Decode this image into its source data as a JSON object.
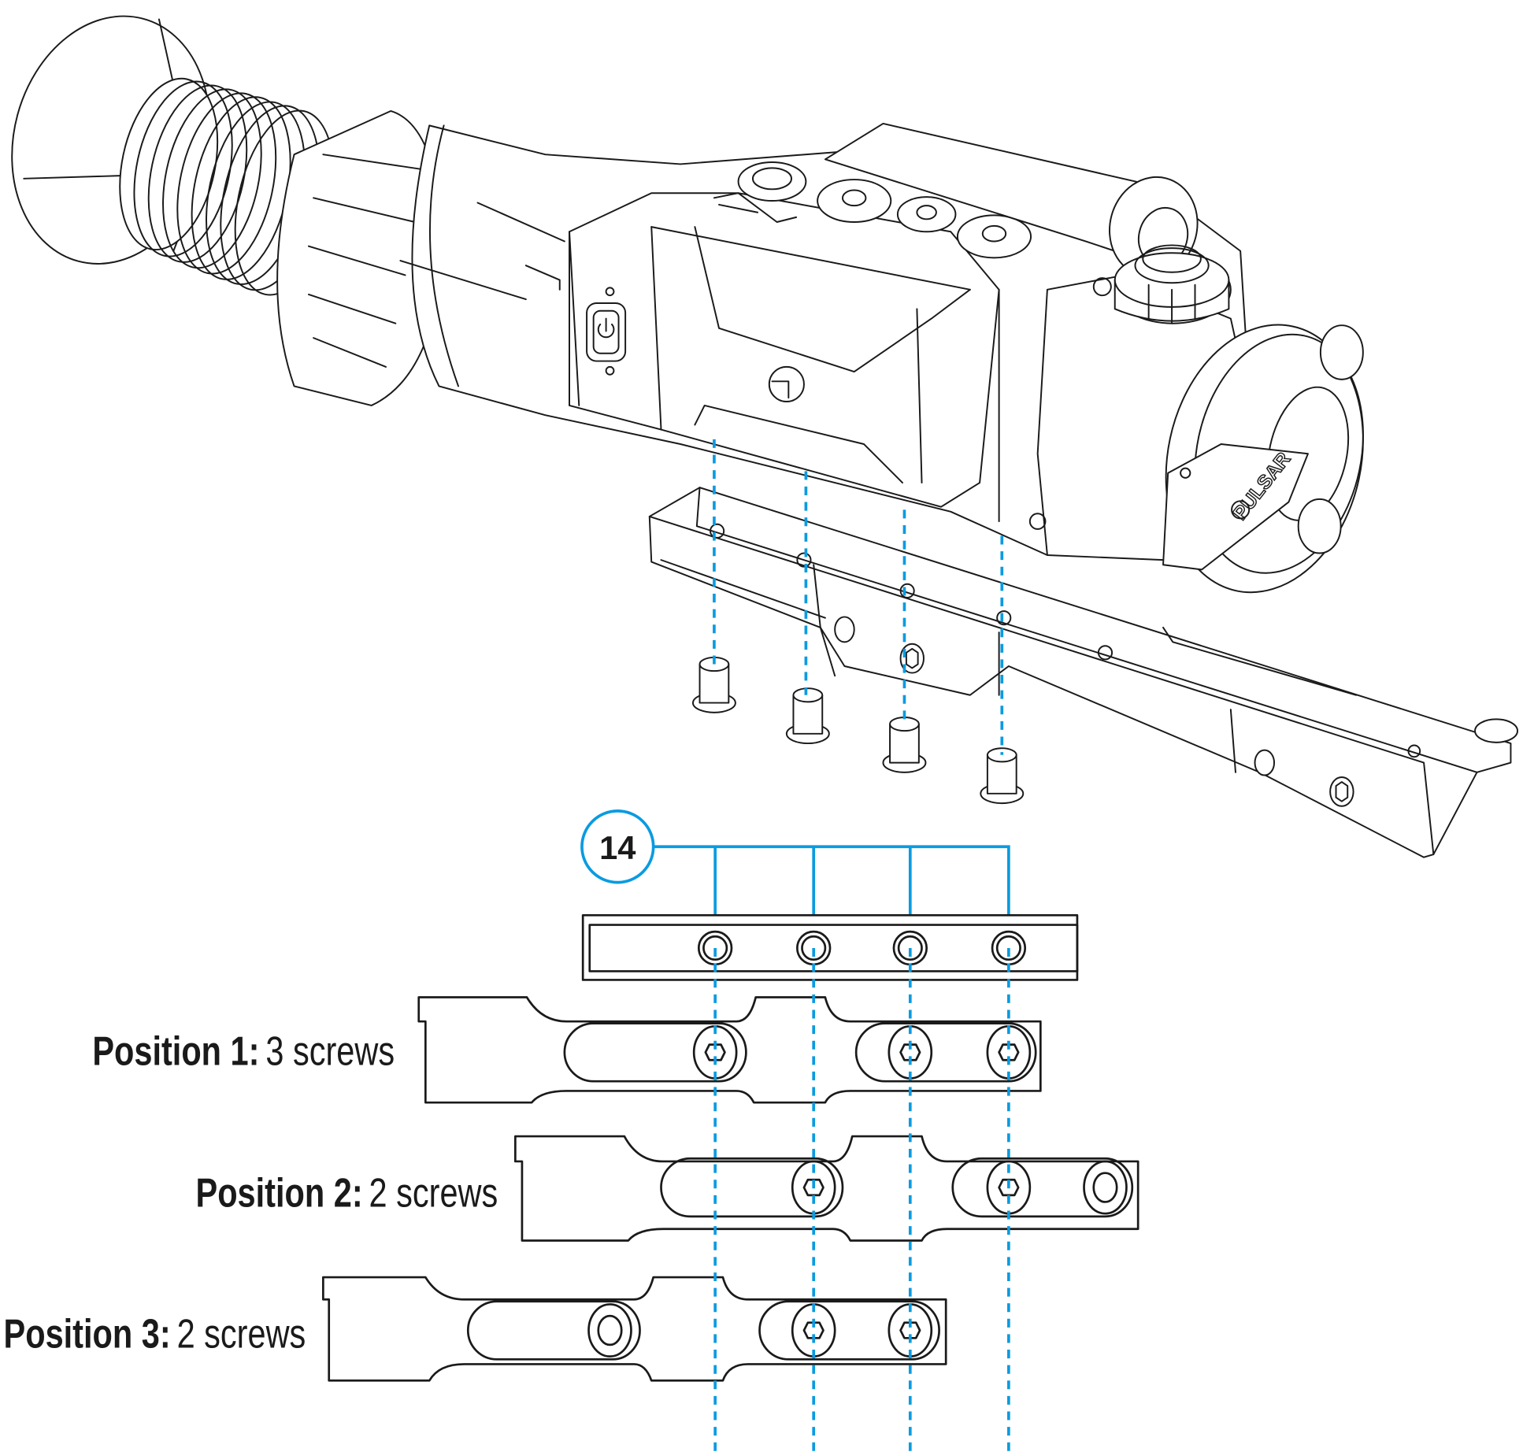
{
  "figure": {
    "callout_number": "14",
    "callout_color": "#0a9be0",
    "brand_label": "PULSAR",
    "screw_count_drawn": 4,
    "positions": [
      {
        "title": "Position 1:",
        "detail": "3 screws"
      },
      {
        "title": "Position 2:",
        "detail": "2 screws"
      },
      {
        "title": "Position 3:",
        "detail": "2 screws"
      }
    ]
  }
}
